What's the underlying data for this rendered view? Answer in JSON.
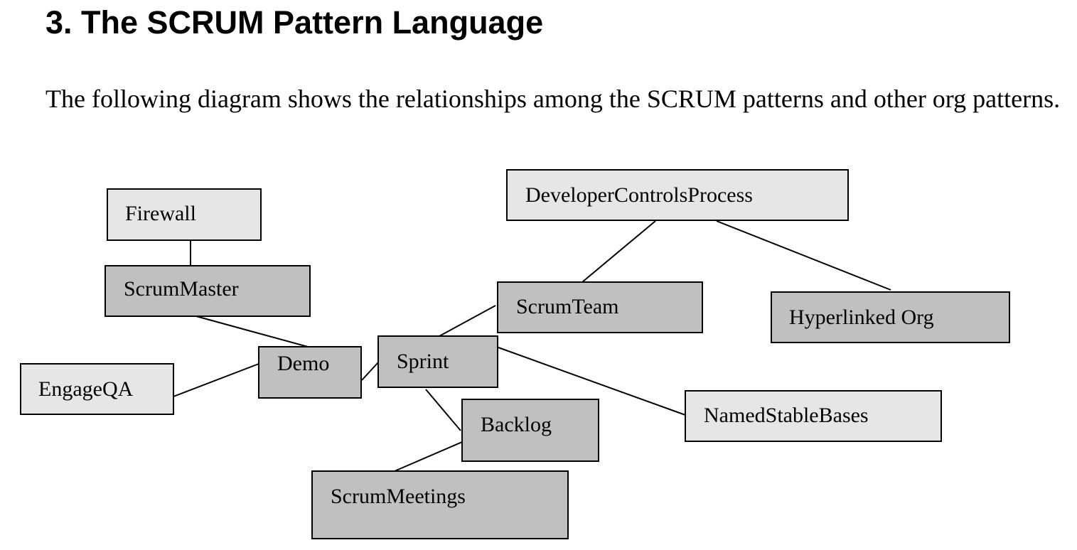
{
  "heading": "3. The SCRUM Pattern Language",
  "intro": "The following diagram shows the relationships among the SCRUM patterns and other org patterns.",
  "diagram": {
    "colors": {
      "light_fill": "#e6e6e6",
      "dark_fill": "#c0c0c0",
      "stroke": "#000000"
    },
    "nodes": {
      "firewall": "Firewall",
      "scrum_master": "ScrumMaster",
      "engage_qa": "EngageQA",
      "demo": "Demo",
      "sprint": "Sprint",
      "backlog": "Backlog",
      "scrum_meetings": "ScrumMeetings",
      "scrum_team": "ScrumTeam",
      "developer_controls_process": "DeveloperControlsProcess",
      "hyperlinked_org": "Hyperlinked Org",
      "named_stable_bases": "NamedStableBases"
    },
    "edges": [
      [
        "Firewall",
        "ScrumMaster"
      ],
      [
        "ScrumMaster",
        "Demo"
      ],
      [
        "EngageQA",
        "Demo"
      ],
      [
        "Demo",
        "Sprint"
      ],
      [
        "Sprint",
        "ScrumTeam"
      ],
      [
        "Sprint",
        "Backlog"
      ],
      [
        "Sprint",
        "NamedStableBases"
      ],
      [
        "Backlog",
        "ScrumMeetings"
      ],
      [
        "ScrumTeam",
        "DeveloperControlsProcess"
      ],
      [
        "DeveloperControlsProcess",
        "Hyperlinked Org"
      ]
    ]
  }
}
